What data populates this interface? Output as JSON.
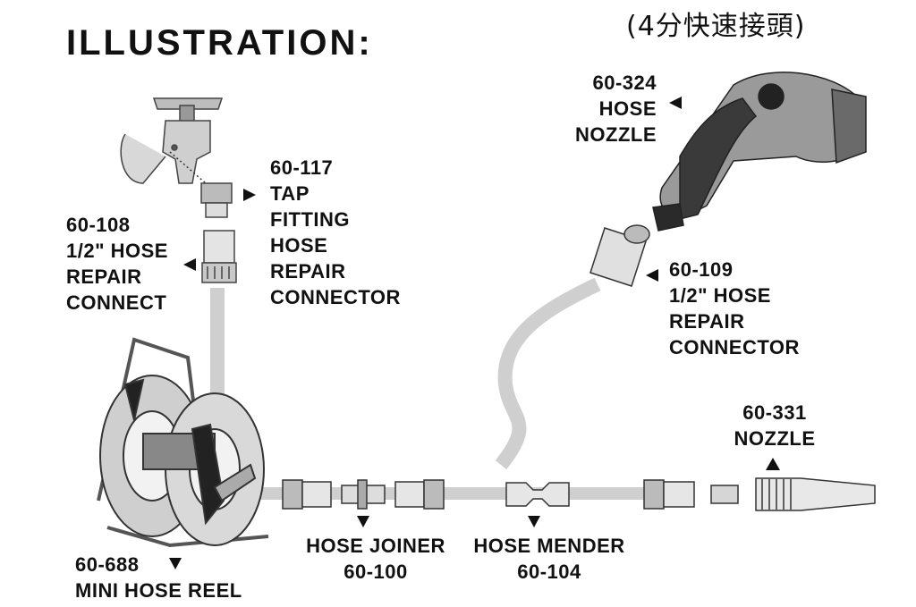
{
  "title": "ILLUSTRATION:",
  "subtitle": "(4分快速接頭)",
  "parts": {
    "tap_fitting": {
      "code": "60-117",
      "lines": [
        "TAP",
        "FITTING",
        "HOSE",
        "REPAIR",
        "CONNECTOR"
      ]
    },
    "repair_connect": {
      "code": "60-108",
      "lines": [
        "1/2\" HOSE",
        "REPAIR",
        "CONNECT"
      ]
    },
    "hose_nozzle": {
      "code": "60-324",
      "lines": [
        "HOSE",
        "NOZZLE"
      ]
    },
    "repair_connector": {
      "code": "60-109",
      "lines": [
        "1/2\" HOSE",
        "REPAIR",
        "CONNECTOR"
      ]
    },
    "nozzle": {
      "code": "60-331",
      "lines": [
        "NOZZLE"
      ]
    },
    "mini_hose_reel": {
      "code": "60-688",
      "lines": [
        "MINI HOSE REEL"
      ]
    },
    "hose_joiner": {
      "code": "60-100",
      "lines": [
        "HOSE JOINER"
      ]
    },
    "hose_mender": {
      "code": "60-104",
      "lines": [
        "HOSE MENDER"
      ]
    }
  }
}
